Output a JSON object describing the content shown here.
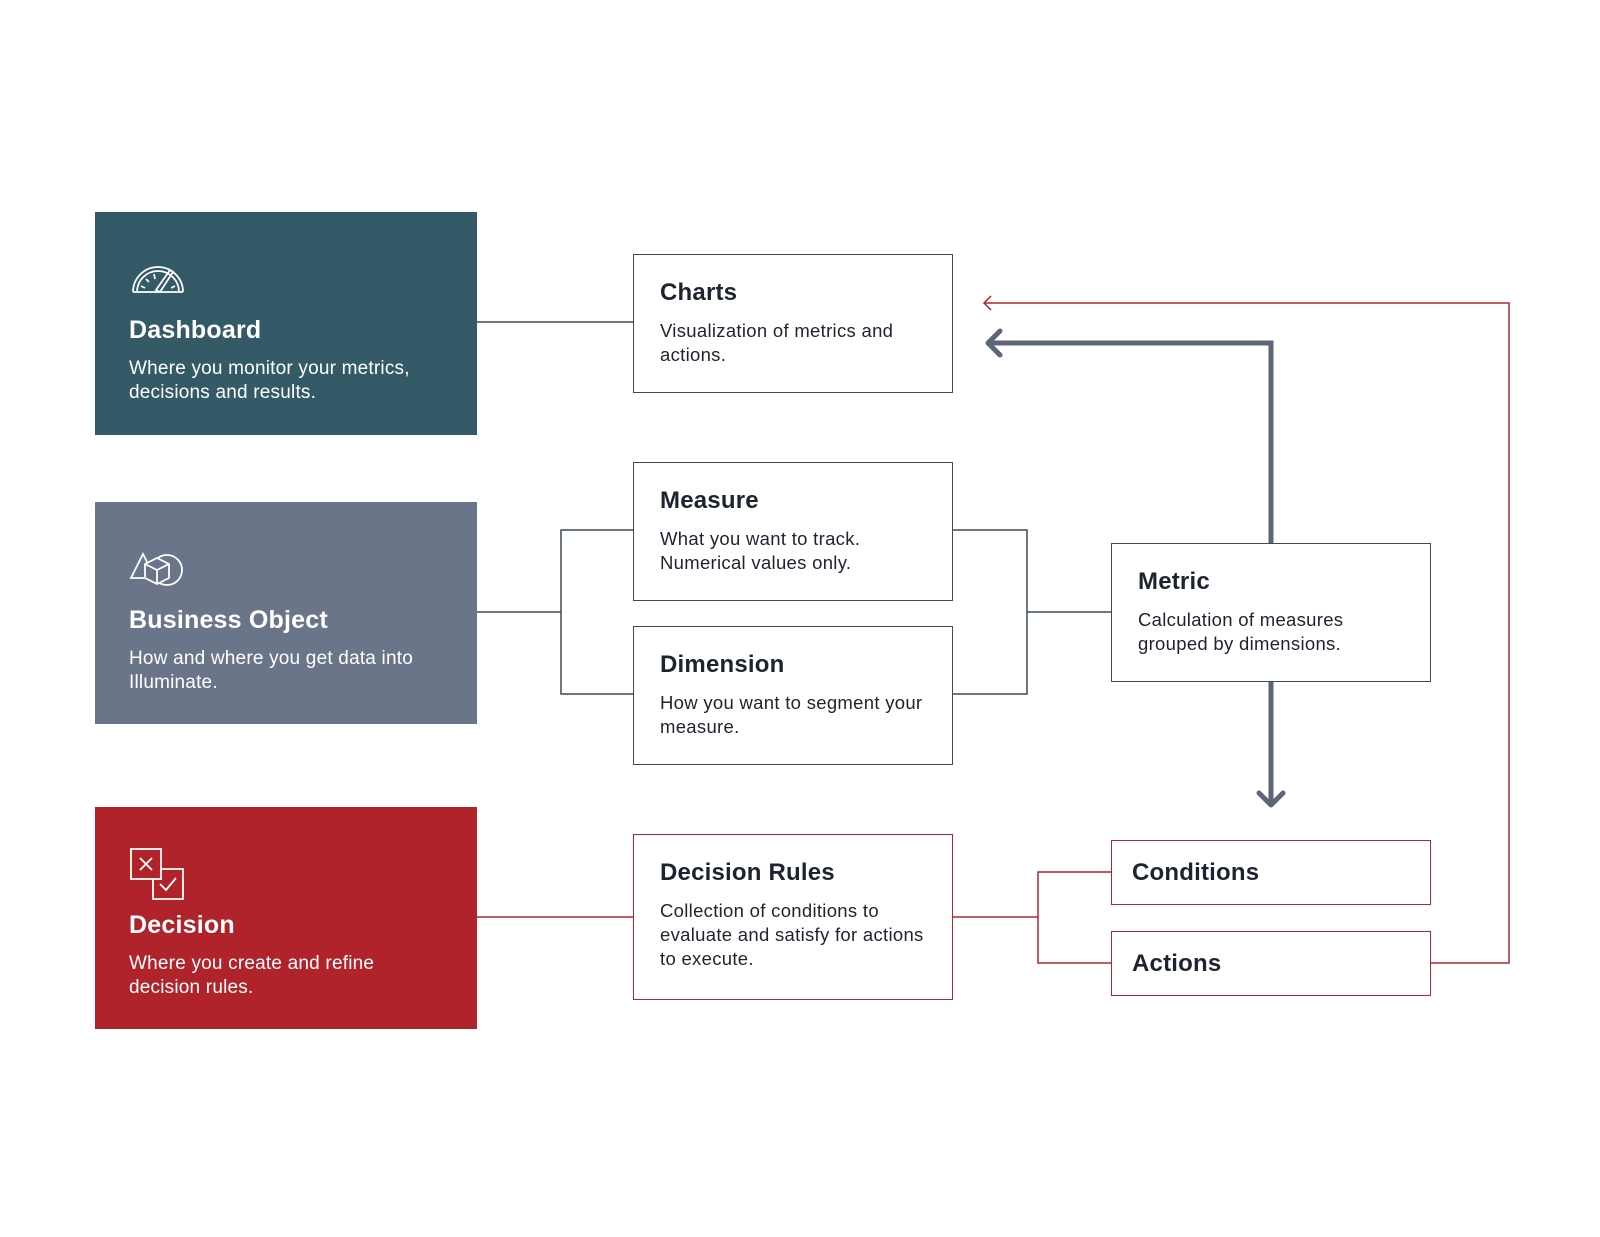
{
  "colors": {
    "dashboard": "#345967",
    "business_object": "#6b7589",
    "decision": "#b0232a",
    "neutral_line": "#3d4a5c",
    "flow_arrow": "#5d6578",
    "red_line": "#b3262d"
  },
  "categories": {
    "dashboard": {
      "icon": "gauge-icon",
      "title": "Dashboard",
      "desc": "Where you monitor your metrics, decisions and results."
    },
    "business_object": {
      "icon": "shapes-icon",
      "title": "Business Object",
      "desc": "How and where you get data into Illuminate."
    },
    "decision": {
      "icon": "decision-checkbox-icon",
      "title": "Decision",
      "desc": "Where you create and refine decision rules."
    }
  },
  "nodes": {
    "charts": {
      "title": "Charts",
      "desc": "Visualization of metrics and actions."
    },
    "measure": {
      "title": "Measure",
      "desc": "What you want to track. Numerical values only."
    },
    "dimension": {
      "title": "Dimension",
      "desc": "How you want to segment your measure."
    },
    "metric": {
      "title": "Metric",
      "desc": "Calculation of measures grouped by dimensions."
    },
    "decision_rules": {
      "title": "Decision Rules",
      "desc": "Collection of conditions to evaluate and satisfy for actions to execute."
    },
    "conditions": {
      "title": "Conditions"
    },
    "actions": {
      "title": "Actions"
    }
  }
}
